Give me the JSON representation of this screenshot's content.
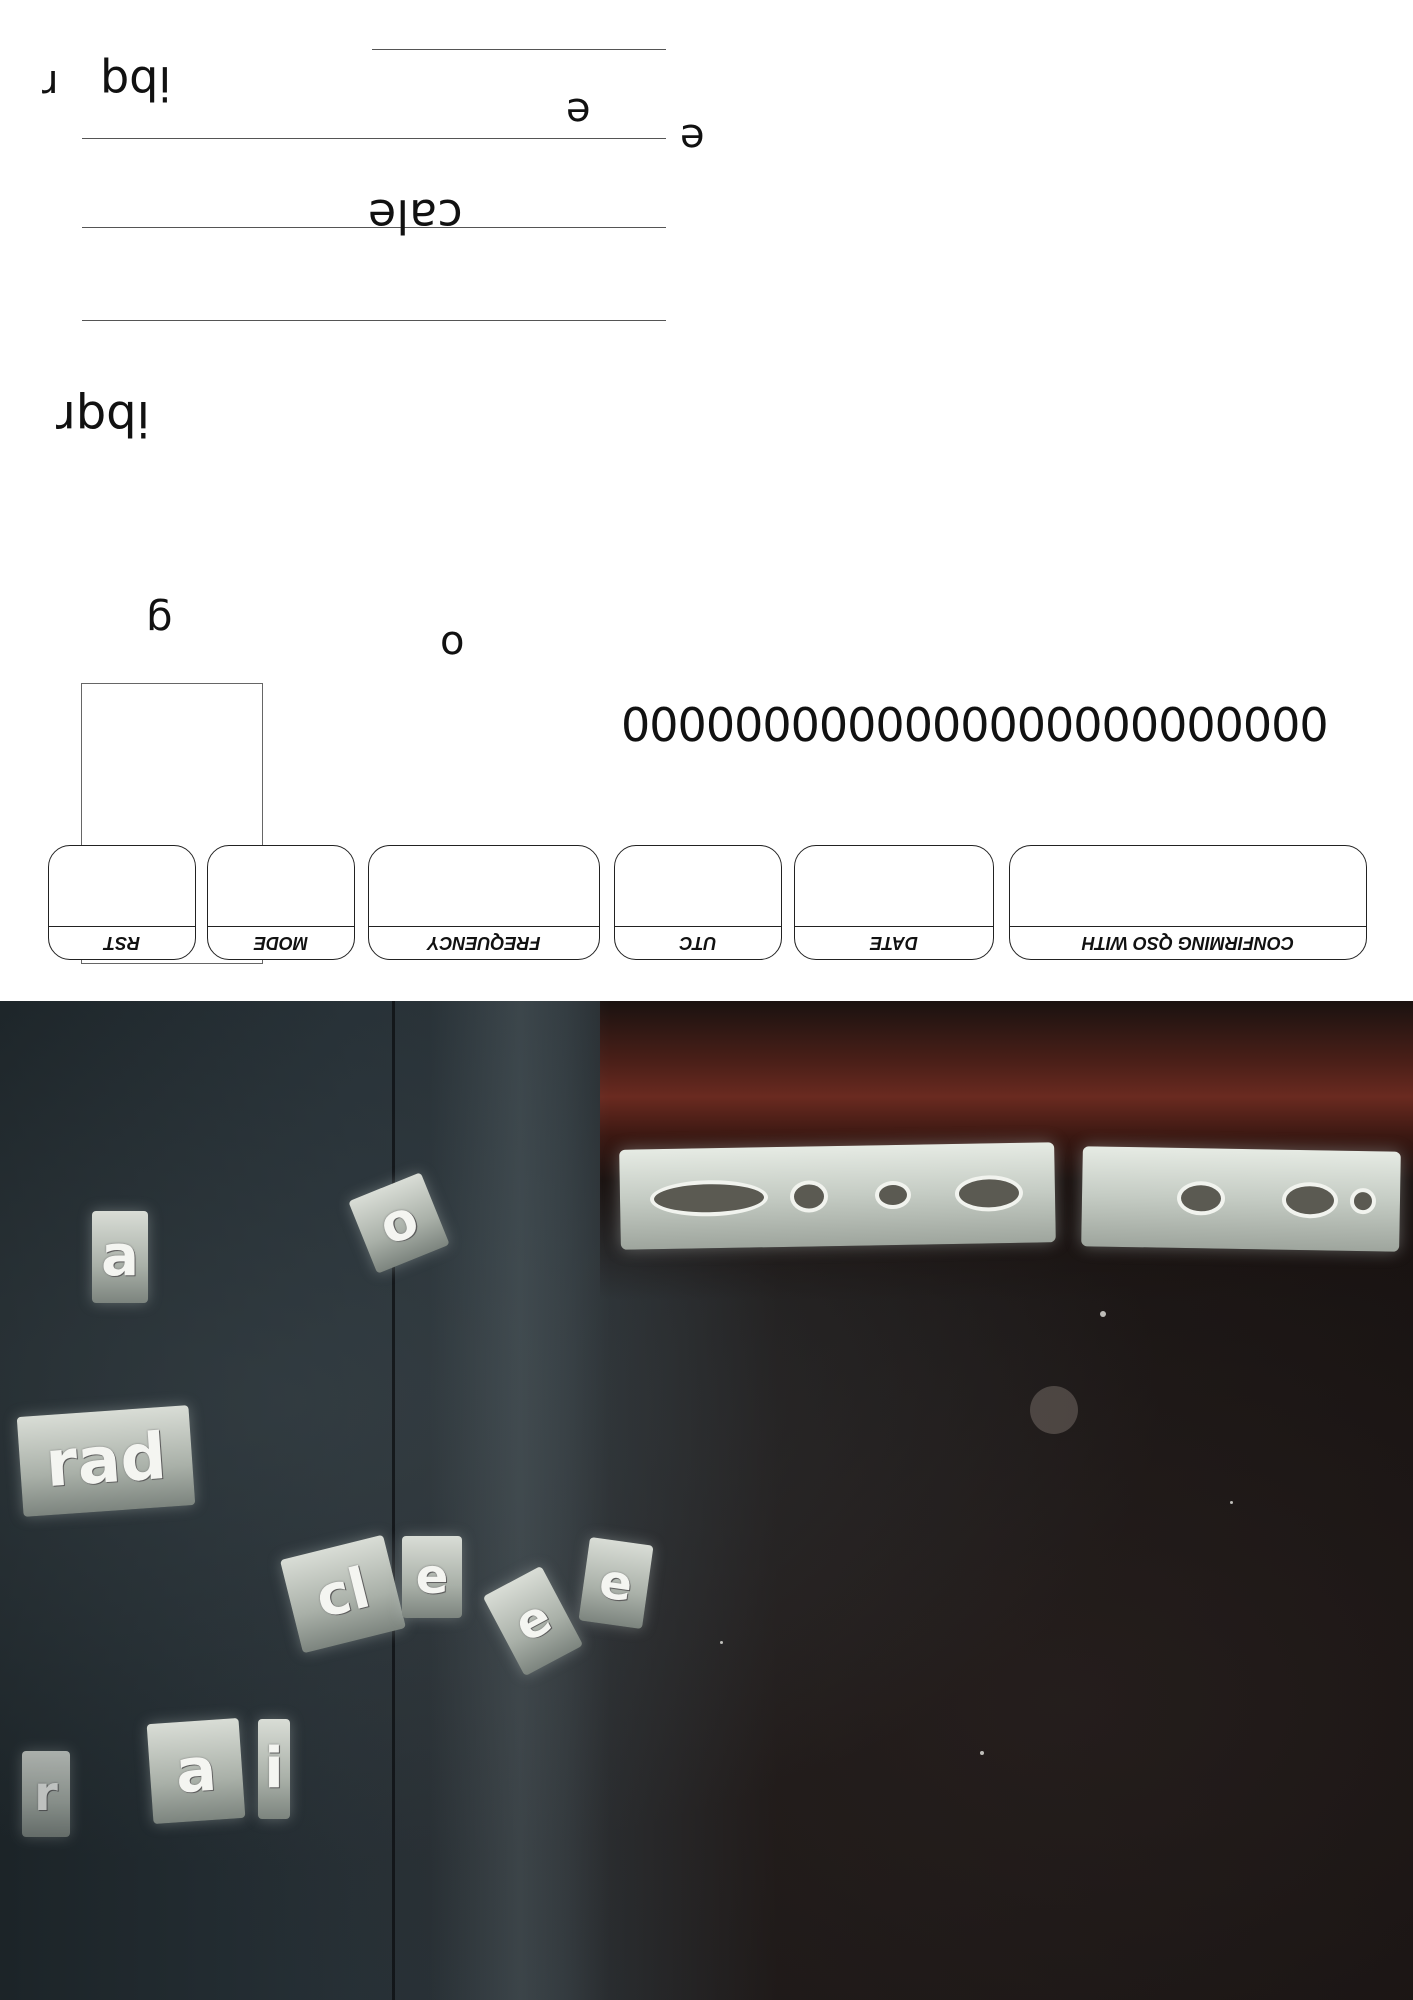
{
  "form": {
    "fields": [
      "CONFIRMING QSO WITH",
      "DATE",
      "UTC",
      "FREQUENCY",
      "MODE",
      "RST"
    ],
    "letters": {
      "r_top": "r",
      "ibq_top": "ibq",
      "e_a": "e",
      "e_b": "e",
      "cale": "cale",
      "ibqr": "ibqr",
      "g": "g",
      "o": "o",
      "zeros": "0000000000000000000000000"
    }
  },
  "photo": {
    "type_letters": [
      "a",
      "o",
      "rad",
      "cl",
      "e",
      "e",
      "e",
      "r",
      "a",
      "i"
    ]
  }
}
